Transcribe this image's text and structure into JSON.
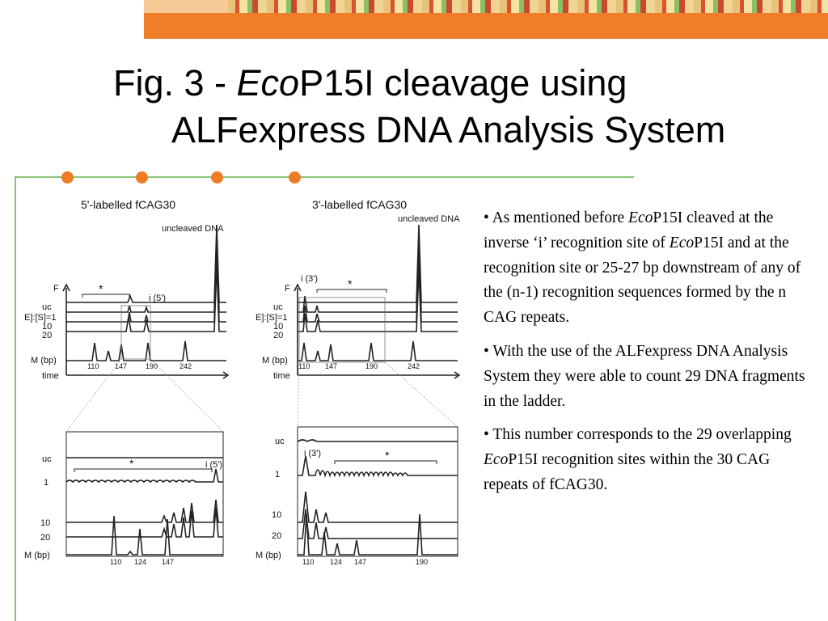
{
  "slide": {
    "title_line1_prefix": "Fig. 3 - ",
    "title_line1_italic": "Eco",
    "title_line1_suffix": "P15I cleavage using",
    "title_line2": "ALFexpress DNA Analysis System"
  },
  "figure": {
    "panel_left_title": "5'-labelled fCAG30",
    "panel_right_title": "3'-labelled fCAG30",
    "uncleaved_label": "uncleaved DNA",
    "y_axis": "F",
    "ratio_label": "E]:[S]=1",
    "lane_uc": "uc",
    "lane_10": "10",
    "lane_20": "20",
    "lane_1": "1",
    "marker_label": "M (bp)",
    "time_label": "time",
    "star": "*",
    "i5": "i (5')",
    "i3": "i (3')",
    "bp_110": "110",
    "bp_124": "124",
    "bp_147": "147",
    "bp_190": "190",
    "bp_242": "242"
  },
  "bullets": [
    {
      "prefix": "• As mentioned before ",
      "italic": "Eco",
      "mid": "P15I cleaved at the inverse ‘i’ recognition site of ",
      "italic2": "Eco",
      "suffix": "P15I and at the recognition site  or 25-27 bp downstream of any of the (n-1) recognition sequences formed by the n CAG repeats."
    },
    {
      "text": "• With the use of the ALFexpress DNA Analysis System they were able to count 29 DNA fragments in the ladder."
    },
    {
      "prefix": "• This number corresponds to the 29 overlapping ",
      "italic": "Eco",
      "suffix": "P15I recognition sites within the 30 CAG repeats of fCAG30."
    }
  ],
  "colors": {
    "banner": "#f07d2a",
    "rule": "#8cc276",
    "dot": "#ee7b26"
  }
}
